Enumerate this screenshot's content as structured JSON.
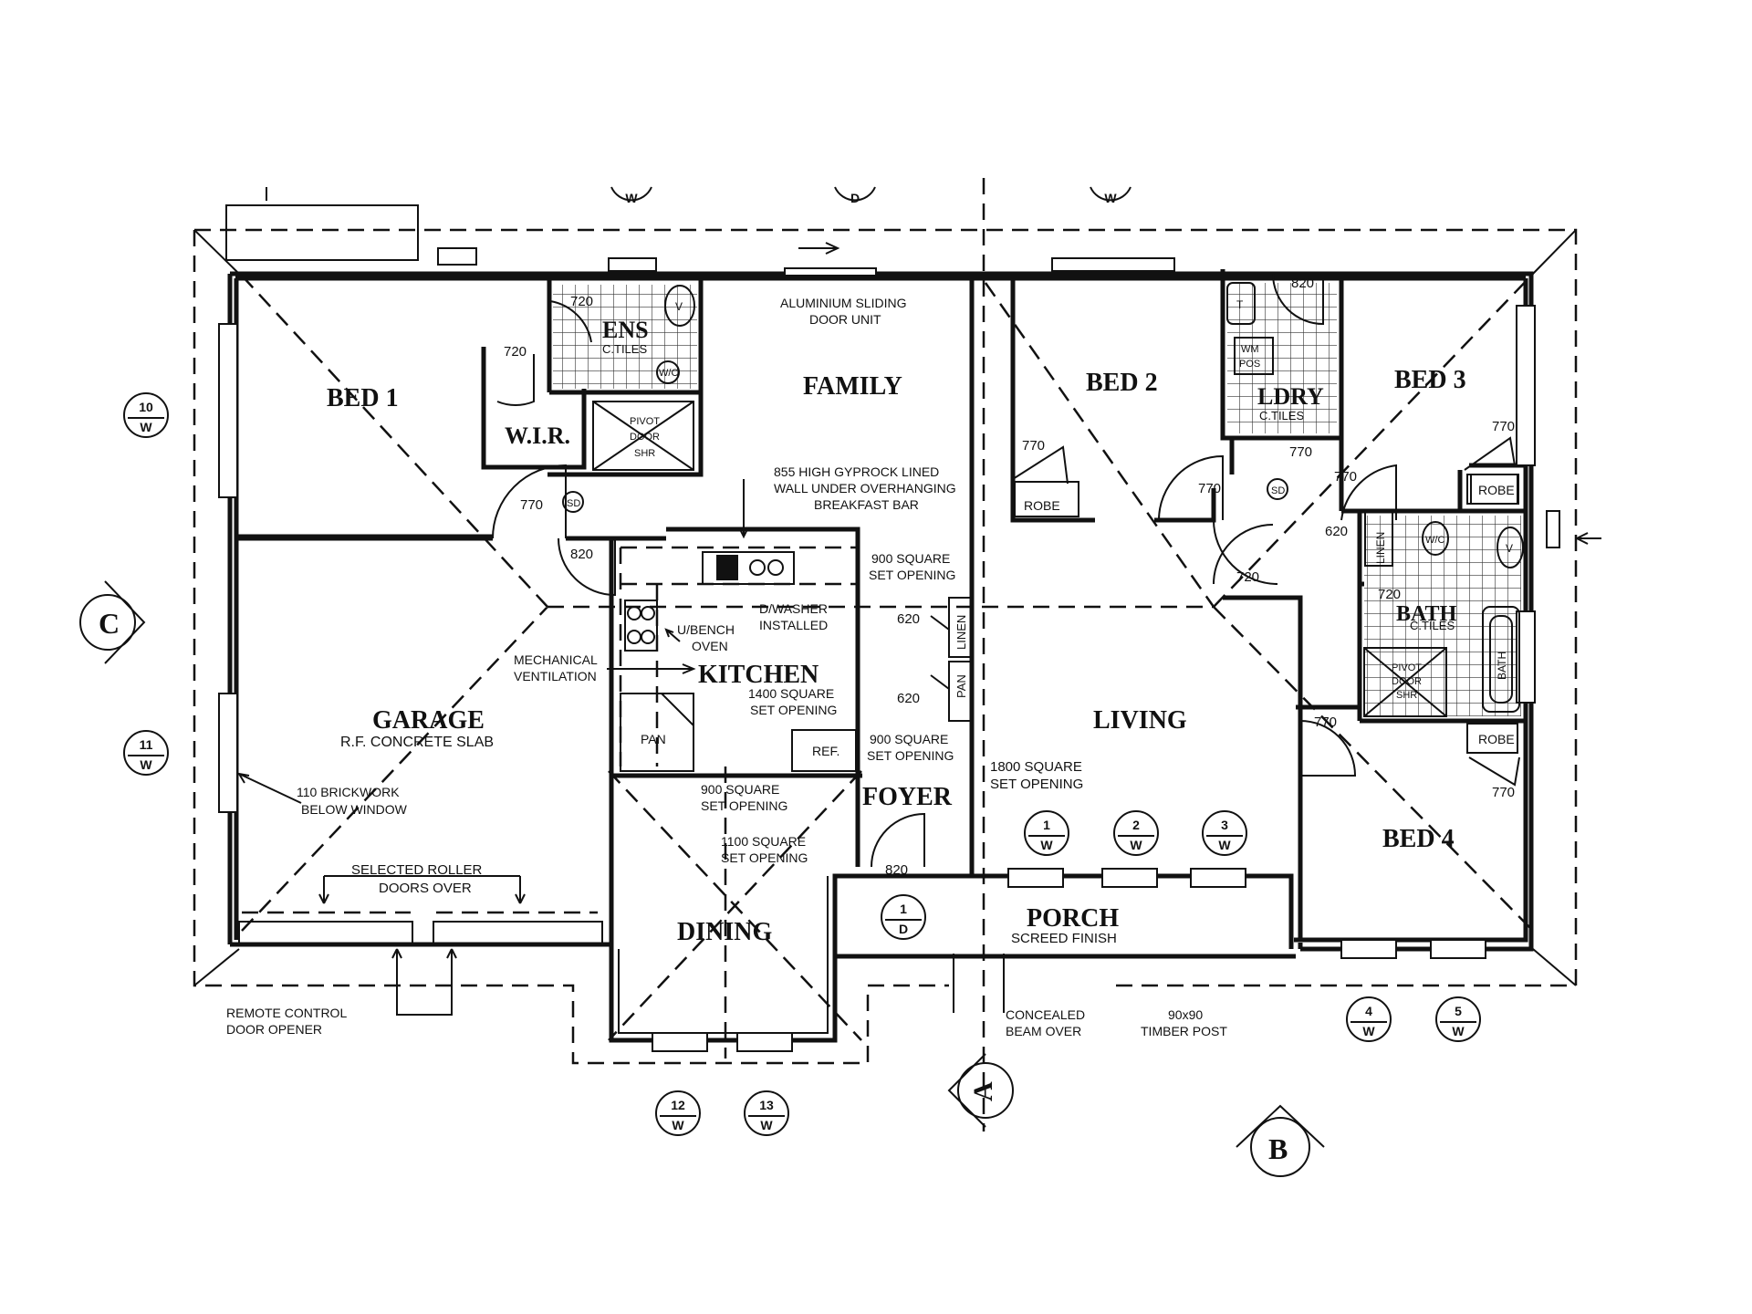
{
  "rooms": {
    "bed1": "BED 1",
    "wir": "W.I.R.",
    "ens": "ENS",
    "ens_finish": "C.TILES",
    "family": "FAMILY",
    "bed2": "BED 2",
    "ldry": "LDRY",
    "ldry_finish": "C.TILES",
    "bed3": "BED 3",
    "garage": "GARAGE",
    "kitchen": "KITCHEN",
    "living": "LIVING",
    "bath": "BATH",
    "bath_finish": "C.TILES",
    "foyer": "FOYER",
    "dining": "DINING",
    "porch": "PORCH",
    "porch_finish": "SCREED FINISH",
    "bed4": "BED 4"
  },
  "fixtures": {
    "robe_bed2": "ROBE",
    "robe_bed3": "ROBE",
    "robe_bed4": "ROBE",
    "pan_kitchen": "PAN",
    "pan_tall": "PAN",
    "ref": "REF.",
    "linen_kitchen": "LINEN",
    "linen_bath": "LINEN",
    "wc_ens": "W/C",
    "wc_bath": "W/C",
    "bath_tub": "BATH",
    "wm_label": "WM",
    "pos_label": "POS",
    "t_label": "T",
    "vanity": "V",
    "sd": "SD",
    "pivot_l1": "PIVOT",
    "pivot_l2": "DOOR",
    "pivot_l3": "SHR",
    "bath_pivot_l1": "PIVOT",
    "bath_pivot_l2": "DOOR",
    "bath_pivot_l3": "SHR"
  },
  "doors": {
    "d_ens_720": "720",
    "d_wir_720": "720",
    "d_bed1_770": "770",
    "d_820_hall": "820",
    "d_ldry_820": "820",
    "d_bed2_770": "770",
    "d_hall_770": "770",
    "d_ldry_770": "770",
    "d_hall_770b": "770",
    "d_bed3_770": "770",
    "d_620": "620",
    "d_720_hall": "720",
    "d_720_bath": "720",
    "d_620_linen": "620",
    "d_620_pan": "620",
    "d_770_living": "770",
    "d_bed4_770": "770",
    "d_foyer_820": "820"
  },
  "notes": {
    "sliding_l1": "ALUMINIUM SLIDING",
    "sliding_l2": "DOOR UNIT",
    "wall_l1": "855 HIGH GYPROCK LINED",
    "wall_l2": "WALL UNDER OVERHANGING",
    "wall_l3": "BREAKFAST BAR",
    "open900a_l1": "900 SQUARE",
    "open900a_l2": "SET OPENING",
    "dish_l1": "D/WASHER",
    "dish_l2": "INSTALLED",
    "oven_l1": "U/BENCH",
    "oven_l2": "OVEN",
    "mech_l1": "MECHANICAL",
    "mech_l2": "VENTILATION",
    "open1400_l1": "1400 SQUARE",
    "open1400_l2": "SET OPENING",
    "garage_slab": "R.F. CONCRETE SLAB",
    "open900b_l1": "900 SQUARE",
    "open900b_l2": "SET OPENING",
    "open1800_l1": "1800 SQUARE",
    "open1800_l2": "SET OPENING",
    "brick_l1": "110 BRICKWORK",
    "brick_l2": "BELOW WINDOW",
    "open900c_l1": "900 SQUARE",
    "open900c_l2": "SET OPENING",
    "open1100_l1": "1100 SQUARE",
    "open1100_l2": "SET OPENING",
    "roller_l1": "SELECTED ROLLER",
    "roller_l2": "DOORS OVER",
    "remote_l1": "REMOTE CONTROL",
    "remote_l2": "DOOR OPENER",
    "beam_l1": "CONCEALED",
    "beam_l2": "BEAM OVER",
    "post_l1": "90x90",
    "post_l2": "TIMBER POST"
  },
  "window_tags": {
    "w10": {
      "num": "10",
      "type": "W"
    },
    "w11": {
      "num": "11",
      "type": "W"
    },
    "w1": {
      "num": "1",
      "type": "W"
    },
    "w2": {
      "num": "2",
      "type": "W"
    },
    "w3": {
      "num": "3",
      "type": "W"
    },
    "d1": {
      "num": "1",
      "type": "D"
    },
    "w4": {
      "num": "4",
      "type": "W"
    },
    "w5": {
      "num": "5",
      "type": "W"
    },
    "w12": {
      "num": "12",
      "type": "W"
    },
    "w13": {
      "num": "13",
      "type": "W"
    },
    "top_w1": {
      "type": "W"
    },
    "top_d": {
      "type": "D"
    },
    "top_w2": {
      "type": "W"
    }
  },
  "sections": {
    "a": "A",
    "b": "B",
    "c": "C"
  }
}
